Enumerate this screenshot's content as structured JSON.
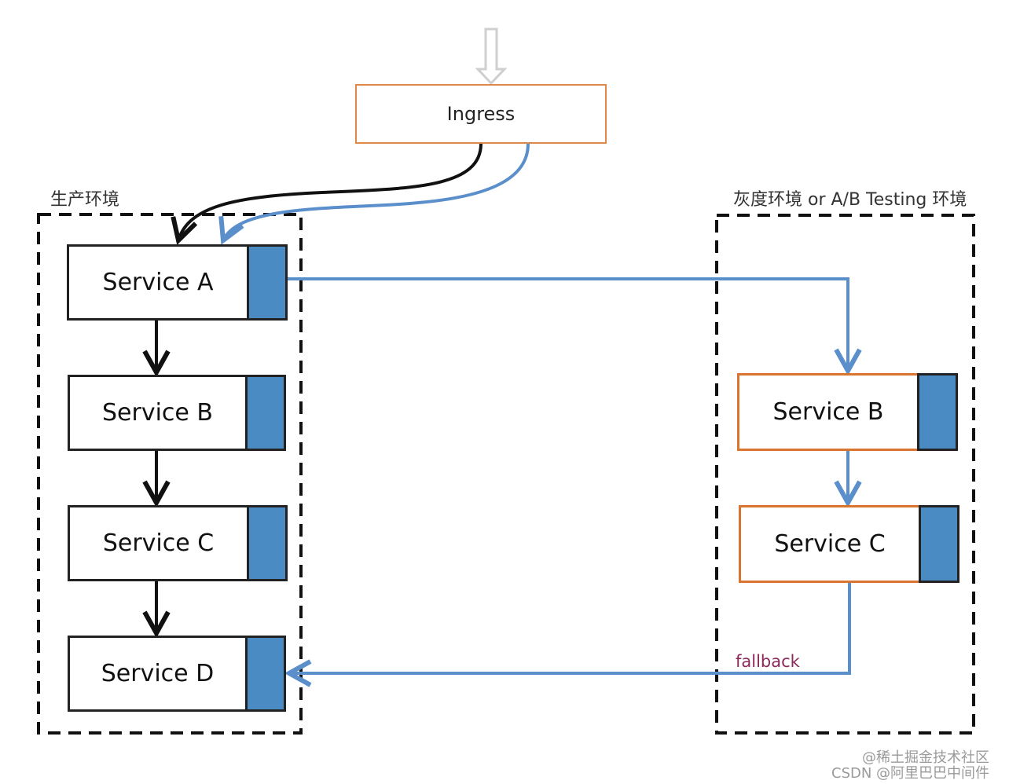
{
  "ingress": {
    "label": "Ingress"
  },
  "environments": {
    "production": {
      "label": "生产环境",
      "services": [
        "Service A",
        "Service B",
        "Service C",
        "Service D"
      ]
    },
    "canary": {
      "label": "灰度环境 or A/B Testing 环境",
      "services": [
        "Service B",
        "Service C"
      ]
    }
  },
  "fallback_label": "fallback",
  "watermark": {
    "line1": "@稀土掘金技术社区",
    "line2": "CSDN @阿里巴巴中间件"
  },
  "colors": {
    "production_border": "#222222",
    "canary_border": "#d9752f",
    "ingress_border": "#e0874a",
    "service_tab": "#4a8bc4",
    "canary_flow": "#5b8fcb",
    "fallback_text": "#8b2a5a"
  }
}
